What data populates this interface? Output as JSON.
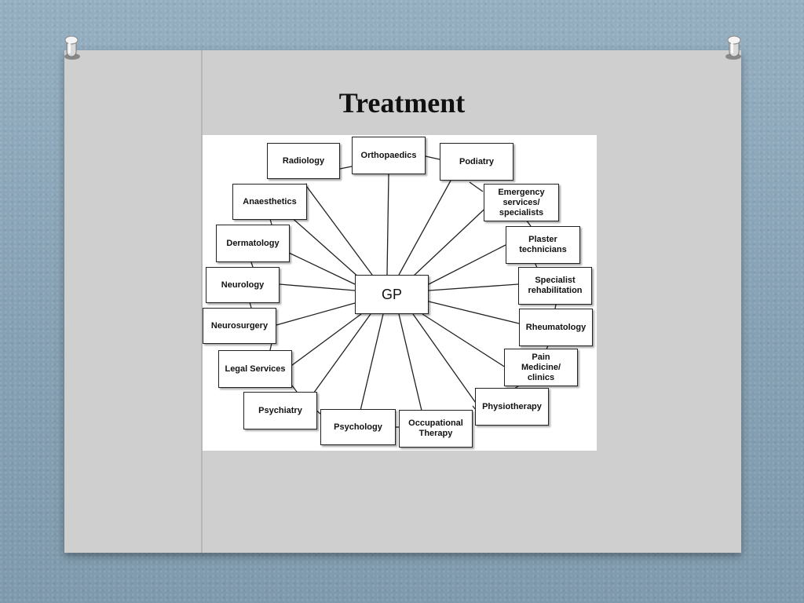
{
  "slide": {
    "title": "Treatment"
  },
  "diagram": {
    "center": "GP",
    "nodes": [
      "Radiology",
      "Orthopaedics",
      "Podiatry",
      "Emergency\nservices/\nspecialists",
      "Anaesthetics",
      "Dermatology",
      "Plaster\ntechnicians",
      "Neurology",
      "Specialist\nrehabilitation",
      "Neurosurgery",
      "Rheumatology",
      "Legal Services",
      "Pain\nMedicine/\nclinics",
      "Psychiatry",
      "Physiotherapy",
      "Psychology",
      "Occupational\nTherapy"
    ]
  },
  "colors": {
    "background": "#8aa5b8",
    "slide": "#cfcfcf",
    "diagram_bg": "#ffffff",
    "line": "#222222"
  }
}
